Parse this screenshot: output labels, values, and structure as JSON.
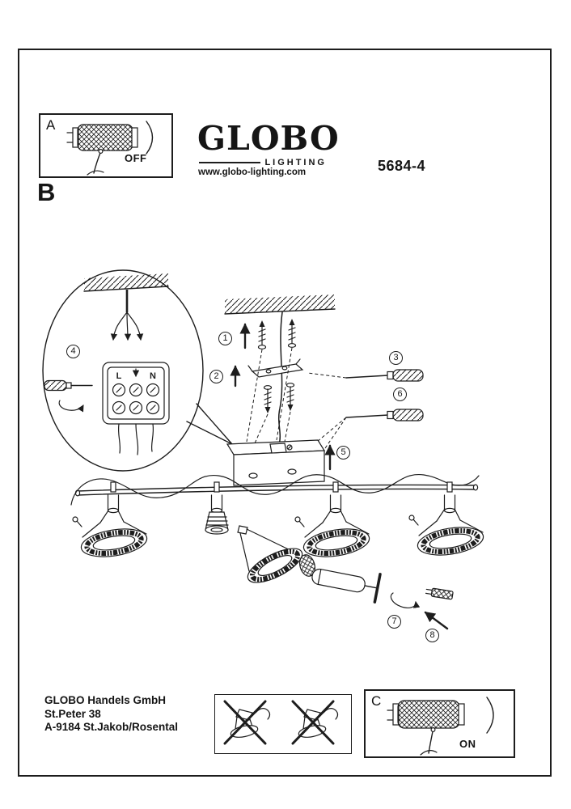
{
  "brand": {
    "name": "GLOBO",
    "tagline": "LIGHTING",
    "website": "www.globo-lighting.com",
    "model": "5684-4"
  },
  "sections": {
    "b_label": "B"
  },
  "panel_a": {
    "label": "A",
    "state": "OFF"
  },
  "panel_c": {
    "label": "C",
    "state": "ON"
  },
  "steps": [
    "1",
    "2",
    "3",
    "4",
    "5",
    "6",
    "7",
    "8"
  ],
  "connector": {
    "live": "L",
    "neutral": "N"
  },
  "footer": {
    "company": "GLOBO Handels GmbH",
    "street": "St.Peter 38",
    "city": "A-9184 St.Jakob/Rosental"
  }
}
